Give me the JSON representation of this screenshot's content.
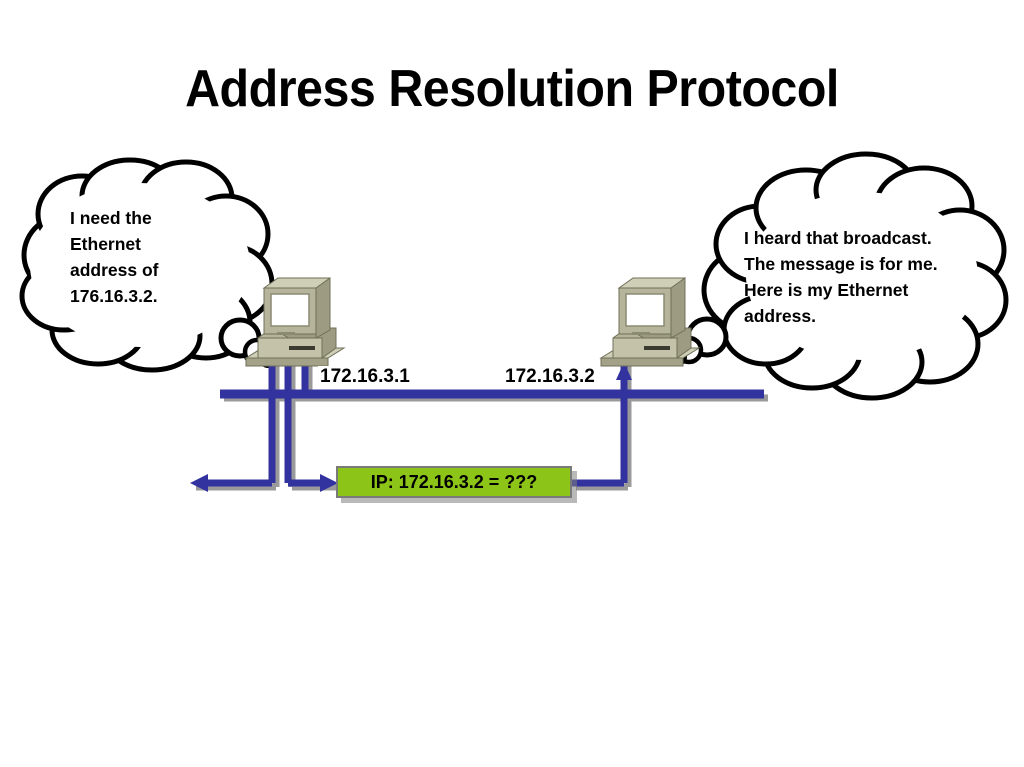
{
  "slide": {
    "title": "Address Resolution Protocol",
    "background_color": "#ffffff"
  },
  "colors": {
    "cable_blue": "#3333a0",
    "cable_shadow": "#999999",
    "box_green": "#8cc517",
    "box_border": "#7a7a7a",
    "computer_body": "#b6b59b",
    "computer_top": "#cfcfb8",
    "computer_shade": "#8f8f74",
    "screen": "#ffffff",
    "outline": "#000000"
  },
  "bubbles": {
    "left": {
      "text": "I need the\nEthernet\naddress of\n176.16.3.2.",
      "speaker": "left-host"
    },
    "right": {
      "text": "I heard that broadcast.\nThe message is for me.\nHere is my Ethernet\naddress.",
      "speaker": "right-host"
    }
  },
  "network": {
    "left_host_ip": "172.16.3.1",
    "right_host_ip": "172.16.3.2",
    "arp_query": "IP: 172.16.3.2 = ???"
  }
}
